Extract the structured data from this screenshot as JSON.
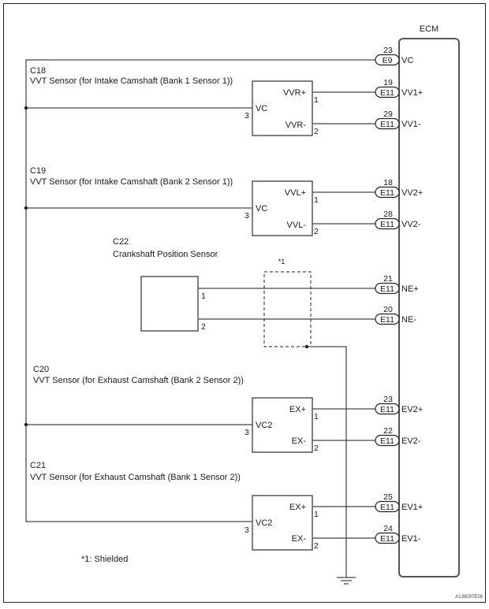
{
  "ecm": {
    "label": "ECM"
  },
  "ecm_terminals": [
    {
      "pin": "23",
      "connector": "E9",
      "signal": "VC"
    },
    {
      "pin": "19",
      "connector": "E11",
      "signal": "VV1+"
    },
    {
      "pin": "29",
      "connector": "E11",
      "signal": "VV1-"
    },
    {
      "pin": "18",
      "connector": "E11",
      "signal": "VV2+"
    },
    {
      "pin": "28",
      "connector": "E11",
      "signal": "VV2-"
    },
    {
      "pin": "21",
      "connector": "E11",
      "signal": "NE+"
    },
    {
      "pin": "20",
      "connector": "E11",
      "signal": "NE-"
    },
    {
      "pin": "23",
      "connector": "E11",
      "signal": "EV2+"
    },
    {
      "pin": "22",
      "connector": "E11",
      "signal": "EV2-"
    },
    {
      "pin": "25",
      "connector": "E11",
      "signal": "EV1+"
    },
    {
      "pin": "24",
      "connector": "E11",
      "signal": "EV1-"
    }
  ],
  "sensors": [
    {
      "id": "C18",
      "name": "VVT Sensor (for Intake Camshaft (Bank 1 Sensor 1))",
      "plus": "VVR+",
      "minus": "VVR-",
      "supply": "VC",
      "pin_plus": "1",
      "pin_minus": "2",
      "pin_supply": "3"
    },
    {
      "id": "C19",
      "name": "VVT Sensor (for Intake Camshaft (Bank 2 Sensor 1))",
      "plus": "VVL+",
      "minus": "VVL-",
      "supply": "VC",
      "pin_plus": "1",
      "pin_minus": "2",
      "pin_supply": "3"
    },
    {
      "id": "C22",
      "name": "Crankshaft Position Sensor",
      "pin_plus": "1",
      "pin_minus": "2"
    },
    {
      "id": "C20",
      "name": "VVT Sensor (for Exhaust Camshaft (Bank 2 Sensor 2))",
      "plus": "EX+",
      "minus": "EX-",
      "supply": "VC2",
      "pin_plus": "1",
      "pin_minus": "2",
      "pin_supply": "3"
    },
    {
      "id": "C21",
      "name": "VVT Sensor (for Exhaust Camshaft (Bank 1 Sensor 2))",
      "plus": "EX+",
      "minus": "EX-",
      "supply": "VC2",
      "pin_plus": "1",
      "pin_minus": "2",
      "pin_supply": "3"
    }
  ],
  "shield": {
    "marker": "*1",
    "note": "*1: Shielded"
  },
  "reference_code": "A138097E08"
}
